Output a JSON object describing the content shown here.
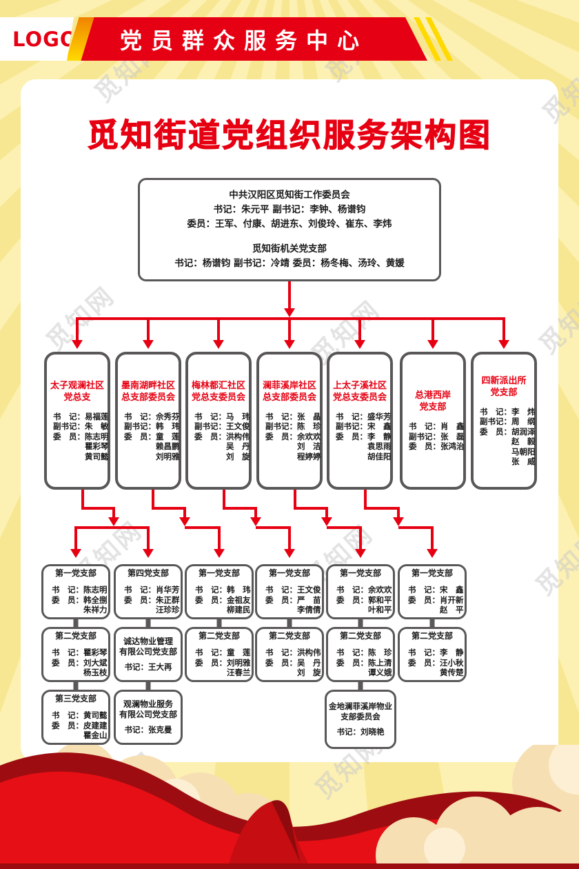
{
  "title": "觅知街道党组织服务架构图",
  "watermark": {
    "text": "觅知网"
  },
  "header": {
    "logo_text": "LOGO",
    "banner_title": "党员群众服务中心"
  },
  "colors": {
    "accent_red": "#e60012",
    "border_gray": "#595757",
    "banner_yellow": "#ffd900",
    "background_yellow": "#fbeda6",
    "cloud_cream": "#f7dfb4",
    "ribbon_dark_red": "#9d0c10"
  },
  "org": {
    "root": {
      "group1": "中共汉阳区觅知街工作委员会\n书记：朱元平 副书记：李钟、杨谱钧\n委员：王军、付康、胡进东、刘俊玲、崔东、李炜",
      "group2": "觅知街机关党支部\n书记：杨谱钧 副书记：冷靖 委员：杨冬梅、汤玲、黄媛"
    },
    "level2": [
      {
        "title": "太子观澜社区\n党总支",
        "body": "书　记：易福莲\n副书记：朱　敏\n委　员：陈志明\n　　　　瞿彩琴\n　　　　黄司懿"
      },
      {
        "title": "墨南湖畔社区\n总支部委员会",
        "body": "书　记：佘秀芬\n副书记：韩　玮\n委　员：童　莲\n　　　　赖昌鹏\n　　　　刘明雅"
      },
      {
        "title": "梅林都汇社区\n党总支委员会",
        "body": "书　记：马　玮\n副书记：王文俊\n委　员：洪构伟\n　　　　吴　丹\n　　　　刘　旋"
      },
      {
        "title": "澜菲溪岸社区\n总支部委员会",
        "body": "书　记：张　晶\n副书记：陈　珍\n委　员：余欢欢\n　　　　刘　洁\n　　　　程婷婷"
      },
      {
        "title": "上太子溪社区\n党总支委员会",
        "body": "书　记：盛华芳\n副书记：宋　鑫\n委　员：李　静\n　　　　袁思雨\n　　　　胡佳阳"
      },
      {
        "title": "总港西岸\n党支部",
        "body": "书　记：肖　鑫\n副书记：张　磊\n委　员：张鸿治"
      },
      {
        "title": "四新派出所\n党支部",
        "body": "书　记：李　炜\n副书记：周　纲\n委　员：胡润泽\n　　　　赵　毅\n　　　　马朝阳\n　　　　张　威"
      }
    ],
    "level3": [
      {
        "title": "第一党支部",
        "body": "书　记：陈志明\n委　员：韩全捌\n　　　　朱祥力"
      },
      {
        "title": "第二党支部",
        "body": "书　记：瞿彩琴\n委　员：刘大斌\n　　　　杨玉枝"
      },
      {
        "title": "第三党支部",
        "body": "书　记：黄司懿\n委　员：皮建建\n　　　　瞿金山"
      },
      {
        "title": "第四党支部",
        "body": "书　记：肖华芳\n委　员：朱正群\n　　　　汪珍珍"
      },
      {
        "title": "诚达物业管理\n有限公司党支部",
        "body": "书记：王大再"
      },
      {
        "title": "观澜物业服务\n有限公司党支部",
        "body": "书记：张克曼"
      },
      {
        "title": "第一党支部",
        "body": "书　记：韩　玮\n委　员：金祖友\n　　　　柳建民"
      },
      {
        "title": "第二党支部",
        "body": "书　记：童　莲\n委　员：刘明雅\n　　　　汪春兰"
      },
      {
        "title": "第一党支部",
        "body": "书　记：王文俊\n委　员：严　苗\n　　　　李倩倩"
      },
      {
        "title": "第二党支部",
        "body": "书　记：洪构伟\n委　员：吴　丹\n　　　　刘　旋"
      },
      {
        "title": "第一党支部",
        "body": "书　记：余欢欢\n委　员：郭和平\n　　　　叶和平"
      },
      {
        "title": "第二党支部",
        "body": "书　记：陈　珍\n委　员：陈上清\n　　　　谭义娥"
      },
      {
        "title": "金地澜菲溪岸物业\n支部委员会",
        "body": "书记：刘晓艳"
      },
      {
        "title": "第一党支部",
        "body": "书　记：宋　鑫\n委　员：肖开新\n　　　　赵　平"
      },
      {
        "title": "第二党支部",
        "body": "书　记：李　静\n委　员：汪小秋\n　　　　黄传楚"
      }
    ]
  }
}
